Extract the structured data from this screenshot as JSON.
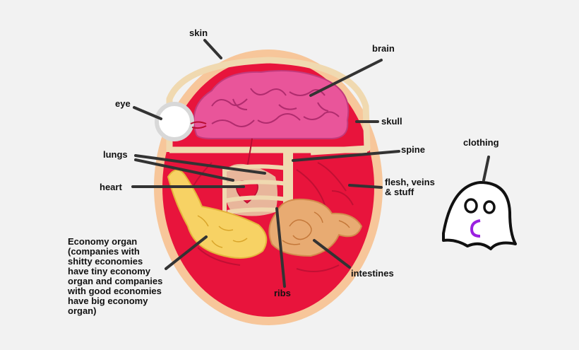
{
  "labels": {
    "skin": "skin",
    "brain": "brain",
    "eye": "eye",
    "skull": "skull",
    "lungs": "lungs",
    "spine": "spine",
    "clothing": "clothing",
    "heart": "heart",
    "flesh": "flesh, veins\n& stuff",
    "economy": "Economy organ\n(companies with\nshitty economies\nhave tiny economy\norgan and companies\nwith good economies\nhave big economy\norgan)",
    "intestines": "intestines",
    "ribs": "ribs"
  },
  "colors": {
    "background": "#f2f2f2",
    "skin": "#f7c69a",
    "flesh": "#e8143c",
    "skull": "#f0d9b0",
    "brain": "#e9559a",
    "eye": "#ffffff",
    "heart": "#e8143c",
    "lungs": "#e8b69b",
    "economy_organ": "#f7d264",
    "intestines": "#e8ab72",
    "ghost_mouth": "#9a20e0",
    "pointer": "#333333"
  }
}
